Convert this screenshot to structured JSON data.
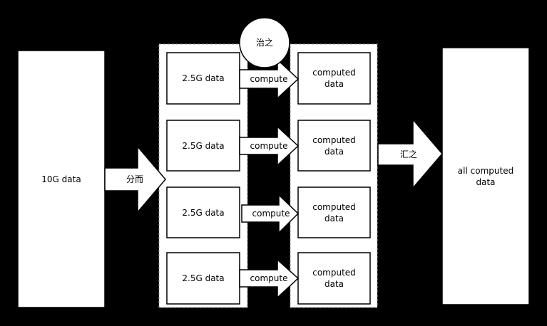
{
  "colors": {
    "background": "#000000",
    "box_fill": "#ffffff",
    "stroke": "#000000",
    "dashed_border": "#9e9e9e"
  },
  "source": {
    "label": "10G data"
  },
  "split_arrow": {
    "label": "分而"
  },
  "chunks": [
    {
      "label": "2.5G data"
    },
    {
      "label": "2.5G data"
    },
    {
      "label": "2.5G data"
    },
    {
      "label": "2.5G data"
    }
  ],
  "compute_arrows": [
    {
      "label": "compute"
    },
    {
      "label": "compute"
    },
    {
      "label": "compute"
    },
    {
      "label": "compute"
    }
  ],
  "results": [
    {
      "label": "computed\ndata"
    },
    {
      "label": "computed\ndata"
    },
    {
      "label": "computed\ndata"
    },
    {
      "label": "computed\ndata"
    }
  ],
  "conquer_circle": {
    "label": "治之"
  },
  "merge_arrow": {
    "label": "汇之"
  },
  "final": {
    "label": "all computed\ndata"
  }
}
